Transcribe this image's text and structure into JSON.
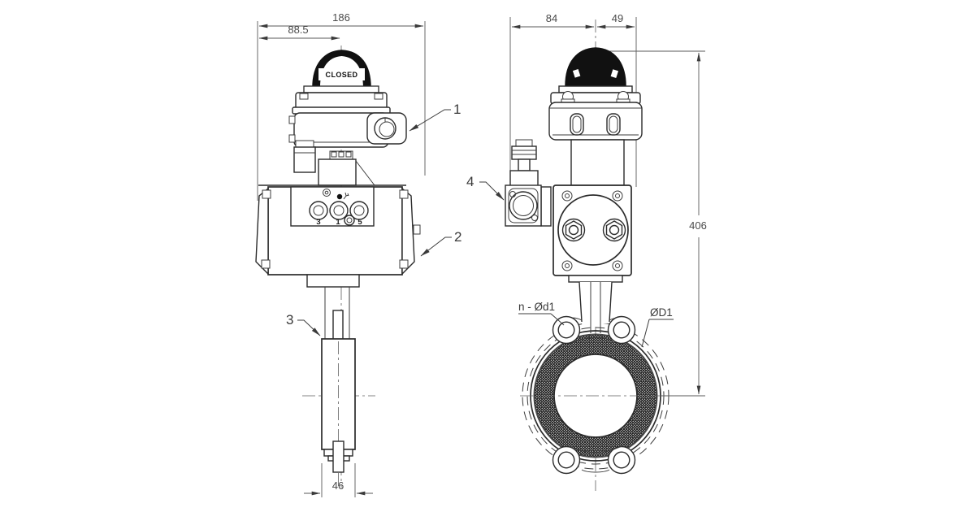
{
  "dimensions": {
    "front_total_width": "186",
    "front_center_offset": "88.5",
    "front_body_width": "46",
    "side_width_left": "84",
    "side_width_right": "49",
    "overall_height": "406"
  },
  "indicator": {
    "position_label": "CLOSED"
  },
  "solenoid_ports": {
    "port3": "3",
    "port1": "1",
    "port5": "5"
  },
  "callouts": {
    "item1": "1",
    "item2": "2",
    "item3": "3",
    "item4": "4"
  },
  "annotations": {
    "bolt_holes": "n - Ød1",
    "outer_diameter": "ØD1"
  },
  "colors": {
    "line": "#2b2b2b",
    "dim_text": "#4a4a4a",
    "dark_fill": "#111111",
    "background": "#ffffff"
  }
}
